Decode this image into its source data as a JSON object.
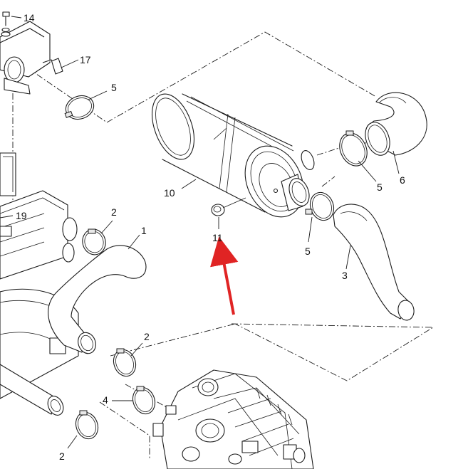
{
  "colors": {
    "line": "#1a1a1a",
    "arrow": "#e02424",
    "background": "#ffffff"
  },
  "callouts": [
    {
      "id": "c14",
      "label": "14"
    },
    {
      "id": "c17",
      "label": "17"
    },
    {
      "id": "c5a",
      "label": "5"
    },
    {
      "id": "c5b",
      "label": "5"
    },
    {
      "id": "c5c",
      "label": "5"
    },
    {
      "id": "c6",
      "label": "6"
    },
    {
      "id": "c10",
      "label": "10"
    },
    {
      "id": "c11",
      "label": "11"
    },
    {
      "id": "c3",
      "label": "3"
    },
    {
      "id": "c19",
      "label": "19"
    },
    {
      "id": "c2a",
      "label": "2"
    },
    {
      "id": "c1",
      "label": "1"
    },
    {
      "id": "c2b",
      "label": "2"
    },
    {
      "id": "c4",
      "label": "4"
    },
    {
      "id": "c2c",
      "label": "2"
    }
  ]
}
